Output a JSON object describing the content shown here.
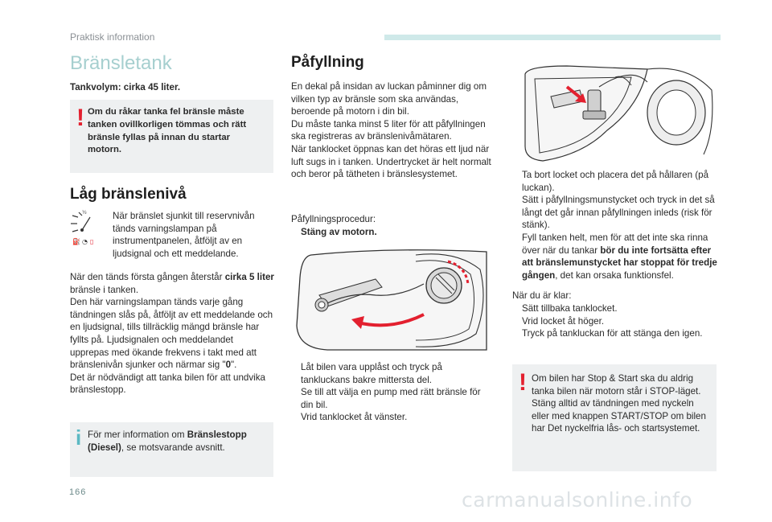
{
  "header": {
    "section": "Praktisk information"
  },
  "page_number": "166",
  "watermark": "carmanualsonline.info",
  "left": {
    "title": "Bränsletank",
    "tank_volume": "Tankvolym: cirka 45 liter.",
    "warning": "Om du råkar tanka fel bränsle måste tanken ovillkorligen tömmas och rätt bränsle fyllas på innan du startar motorn.",
    "low_level_title": "Låg bränslenivå",
    "low_level_intro": "När bränslet sjunkit till reservnivån tänds varningslampan på instrumentpanelen, åtföljt av en ljudsignal och ett meddelande.",
    "para_a": "När den tänds första gången återstår ",
    "para_a_bold": "cirka 5 liter",
    "para_b": " bränsle i tanken.\nDen här varningslampan tänds varje gång tändningen slås på, åtföljt av ett meddelande och en ljudsignal, tills tillräcklig mängd bränsle har fyllts på. Ljudsignalen och meddelandet upprepas med ökande frekvens i takt med att bränslenivån sjunker och närmar sig \"",
    "para_b_zero": "0",
    "para_c": "\".\nDet är nödvändigt att tanka bilen för att undvika bränslestopp.",
    "info_pre": "För mer information om ",
    "info_bold": "Bränslestopp (Diesel)",
    "info_post": ", se motsvarande avsnitt."
  },
  "middle": {
    "title": "Påfyllning",
    "intro": "En dekal på insidan av luckan påminner dig om vilken typ av bränsle som ska användas, beroende på motorn i din bil.\nDu måste tanka minst 5 liter för att påfyllningen ska registreras av bränslenivåmätaren.\nNär tanklocket öppnas kan det höras ett ljud när luft sugs in i tanken. Undertrycket är helt normalt och beror på tätheten i bränslesystemet.",
    "procedure_label": "Påfyllningsprocedur:",
    "step_stop": "Stäng av motorn.",
    "steps": [
      "Låt bilen vara upplåst och tryck på tankluckans bakre mittersta del.",
      "Se till att välja en pump med rätt bränsle för din bil.",
      "Vrid tanklocket åt vänster."
    ]
  },
  "right": {
    "steps_a": "Ta bort locket och placera det på hållaren (på luckan).",
    "steps_b": "Sätt i påfyllningsmunstycket och tryck in det så långt det går innan påfyllningen inleds (risk för stänk).",
    "steps_c_pre": "Fyll tanken helt, men för att det inte ska rinna över när du tankar ",
    "steps_c_bold": "bör du inte fortsätta efter att bränslemunstycket har stoppat för tredje gången",
    "steps_c_post": ", det kan orsaka funktionsfel.",
    "done_label": "När du är klar:",
    "done_steps": [
      "Sätt tillbaka tanklocket.",
      "Vrid locket åt höger.",
      "Tryck på tankluckan för att stänga den igen."
    ],
    "warning": "Om bilen har Stop & Start ska du aldrig tanka bilen när motorn står i STOP-läget. Stäng alltid av tändningen med nyckeln eller med knappen START/STOP om bilen har Det nyckelfria lås- och startsystemet."
  },
  "bullet_glyph": "",
  "colors": {
    "accent_teal": "#a6cfcf",
    "warning_red": "#e3202f",
    "info_blue": "#5bb9c3",
    "box_gray": "#eef0f1"
  },
  "icons": [
    "fuel-gauge-icon",
    "fuel-cap-illustration",
    "fuel-flap-illustration",
    "warning-icon",
    "info-icon"
  ]
}
